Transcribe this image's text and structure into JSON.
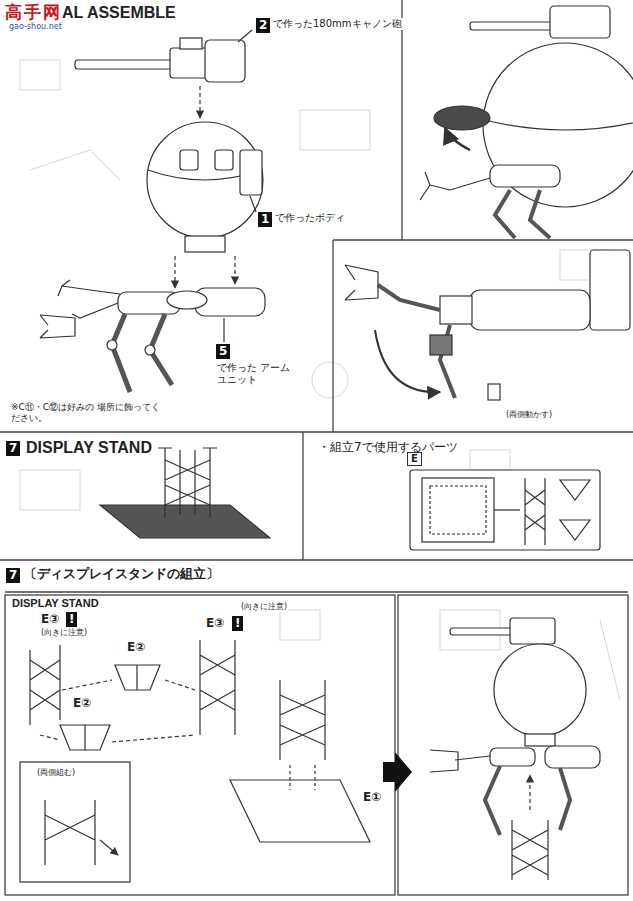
{
  "diagram": {
    "nodes": [
      {
        "text": [
          "AL ASSEMBLE"
        ]
      },
      {
        "text": [
          "7",
          "DISPLAY STAND"
        ]
      },
      {
        "text": [
          "・組立7で使用するパーツ"
        ]
      },
      {
        "text": [
          "7",
          "〔ディスプレイスタンドの組立〕",
          "DISPLAY STAND"
        ]
      }
    ],
    "labels": [
      "高手网",
      "gao-shou.net",
      "2",
      "で作った180mmキャノン砲",
      "1",
      "で作ったボディ",
      "5",
      "で作った アームユニット",
      "※C⑪・C⑫は好みの 場所に飾ってください。",
      "(両側動かす)",
      "E",
      "E③",
      "!",
      "(向きに注意)",
      "E②",
      "(向きに注意)",
      "E③",
      "!",
      "E②",
      "(両側組む)",
      "E①"
    ]
  }
}
